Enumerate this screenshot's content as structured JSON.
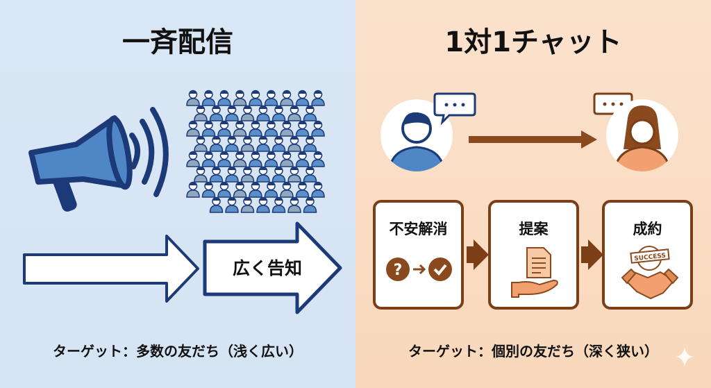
{
  "left": {
    "title": "一斉配信",
    "arrow_label": "広く告知",
    "target": "ターゲット：多数の友だち（浅く広い）",
    "color": "#1d3a78"
  },
  "right": {
    "title": "1対1チャット",
    "target": "ターゲット：個別の友だち（深く狭い）",
    "color": "#7b3e17",
    "steps": [
      {
        "label": "不安解消",
        "icon": "question-to-check-icon"
      },
      {
        "label": "提案",
        "icon": "document-on-hand-icon"
      },
      {
        "label": "成約",
        "icon": "handshake-success-icon",
        "stamp": "SUCCESS"
      }
    ]
  }
}
